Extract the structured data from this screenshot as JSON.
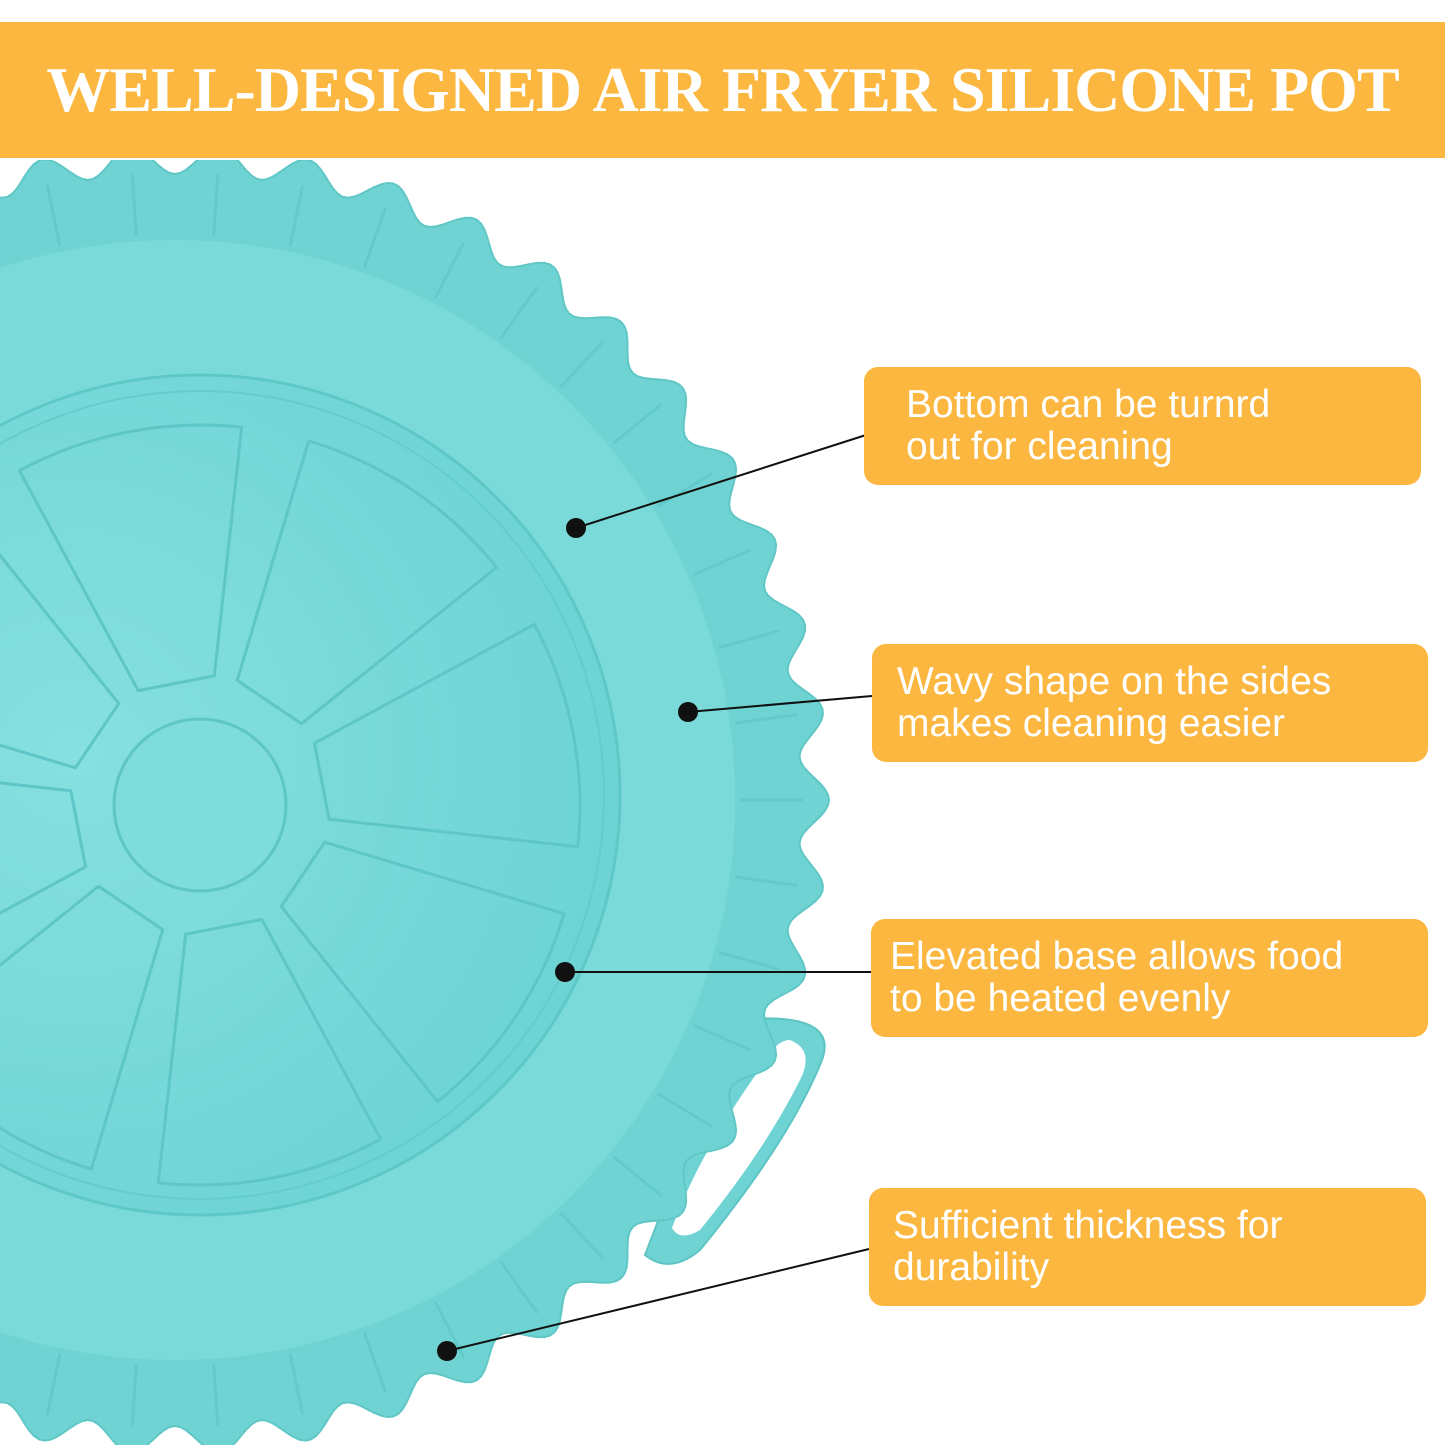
{
  "banner": {
    "title": "WELL-DESIGNED AIR FRYER SILICONE POT",
    "color": "#fbb73f",
    "text_color": "#ffffff"
  },
  "product": {
    "name_icon": "silicone-pot-illustration",
    "color": "#6fd3d3"
  },
  "callouts": [
    {
      "line1": "Bottom can be turnrd",
      "line2": "out for cleaning"
    },
    {
      "line1": "Wavy shape on the sides",
      "line2": "makes cleaning easier"
    },
    {
      "line1": "Elevated base allows food",
      "line2": "to be heated evenly"
    },
    {
      "line1": "Sufficient thickness for",
      "line2": "durability"
    }
  ]
}
